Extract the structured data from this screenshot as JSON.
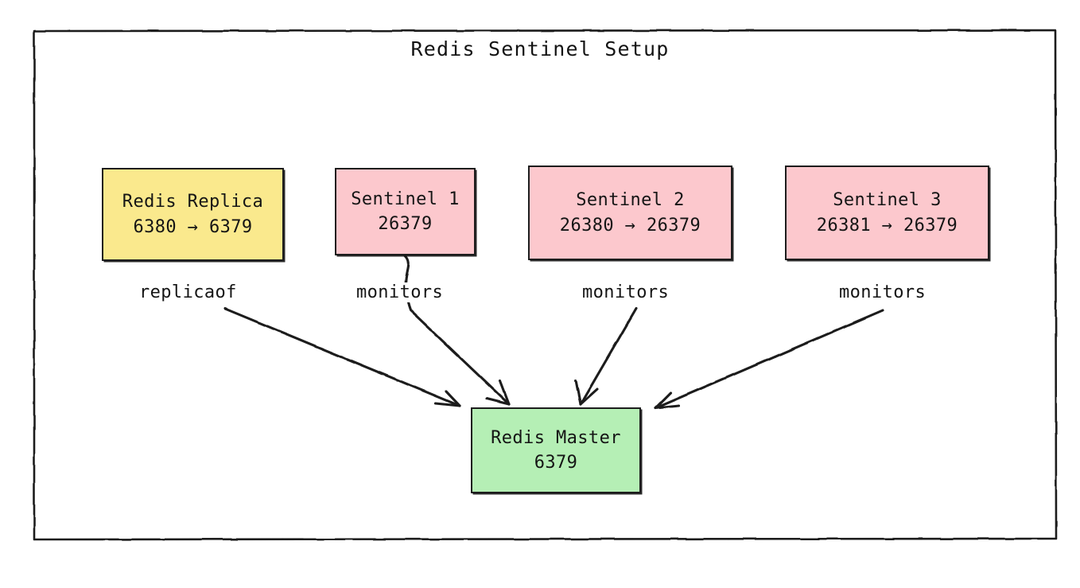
{
  "diagram": {
    "title": "Redis Sentinel Setup",
    "type": "flowchart",
    "style": "hand-drawn",
    "frame": {
      "stroke": "#1d1d1d"
    },
    "background": "#ffffff",
    "colors": {
      "replica_fill": "#fae98d",
      "sentinel_fill": "#fcc8cd",
      "master_fill": "#b5efb5",
      "stroke": "#1d1d1d",
      "text": "#151515"
    },
    "nodes": [
      {
        "id": "replica",
        "line1": "Redis Replica",
        "line2": "6380 → 6379",
        "fill": "#fae98d"
      },
      {
        "id": "sentinel1",
        "line1": "Sentinel 1",
        "line2": "26379",
        "fill": "#fcc8cd"
      },
      {
        "id": "sentinel2",
        "line1": "Sentinel 2",
        "line2": "26380 → 26379",
        "fill": "#fcc8cd"
      },
      {
        "id": "sentinel3",
        "line1": "Sentinel 3",
        "line2": "26381 → 26379",
        "fill": "#fcc8cd"
      },
      {
        "id": "master",
        "line1": "Redis Master",
        "line2": "6379",
        "fill": "#b5efb5"
      }
    ],
    "edges": [
      {
        "id": "edge-replica-master",
        "from": "replica",
        "to": "master",
        "label": "replicaof"
      },
      {
        "id": "edge-sentinel1-master",
        "from": "sentinel1",
        "to": "master",
        "label": "monitors"
      },
      {
        "id": "edge-sentinel2-master",
        "from": "sentinel2",
        "to": "master",
        "label": "monitors"
      },
      {
        "id": "edge-sentinel3-master",
        "from": "sentinel3",
        "to": "master",
        "label": "monitors"
      }
    ]
  }
}
